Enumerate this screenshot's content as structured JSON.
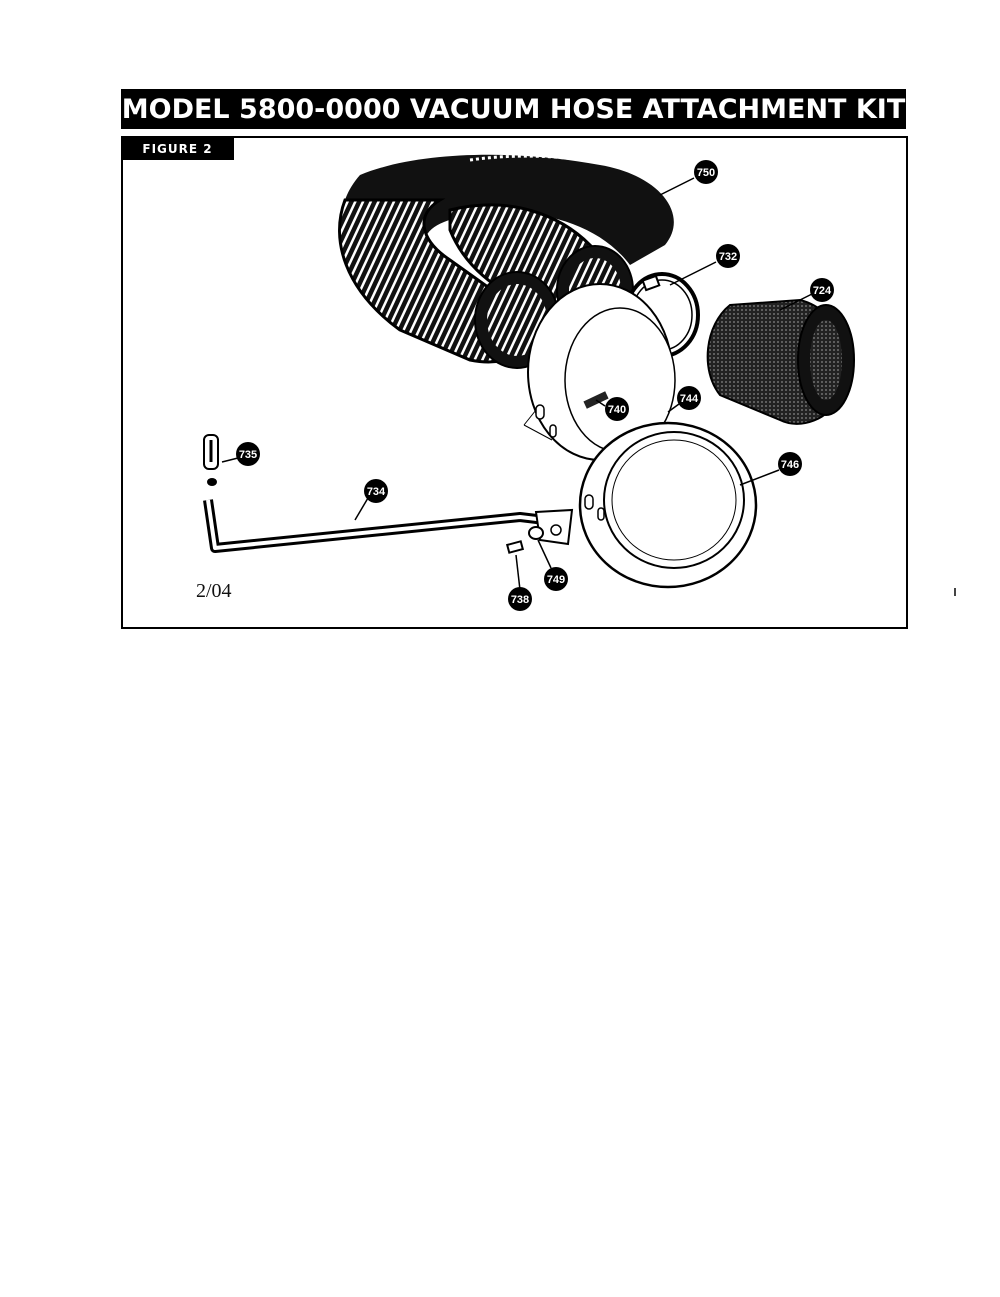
{
  "title": "MODEL 5800-0000 VACUUM HOSE ATTACHMENT KIT",
  "figure_label": "FIGURE 2",
  "date": "2/04",
  "parts": {
    "p750": "750",
    "p732": "732",
    "p724": "724",
    "p740": "740",
    "p744": "744",
    "p735": "735",
    "p734": "734",
    "p746": "746",
    "p749": "749",
    "p738": "738"
  }
}
